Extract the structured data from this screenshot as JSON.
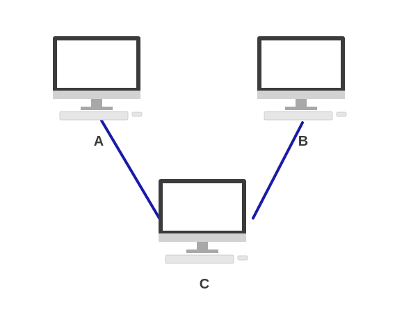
{
  "diagram": {
    "nodes": [
      {
        "id": "A",
        "label": "A",
        "icon": "computer-icon"
      },
      {
        "id": "B",
        "label": "B",
        "icon": "computer-icon"
      },
      {
        "id": "C",
        "label": "C",
        "icon": "computer-icon"
      }
    ],
    "edges": [
      {
        "from": "A",
        "to": "C"
      },
      {
        "from": "B",
        "to": "C"
      }
    ],
    "colors": {
      "link": "#1a1aa8",
      "bezel": "#3b3b3b",
      "screen": "#ffffff",
      "chin": "#d2d2d2",
      "stand": "#a8a8a8",
      "keyboard": "#e6e6e6"
    }
  }
}
